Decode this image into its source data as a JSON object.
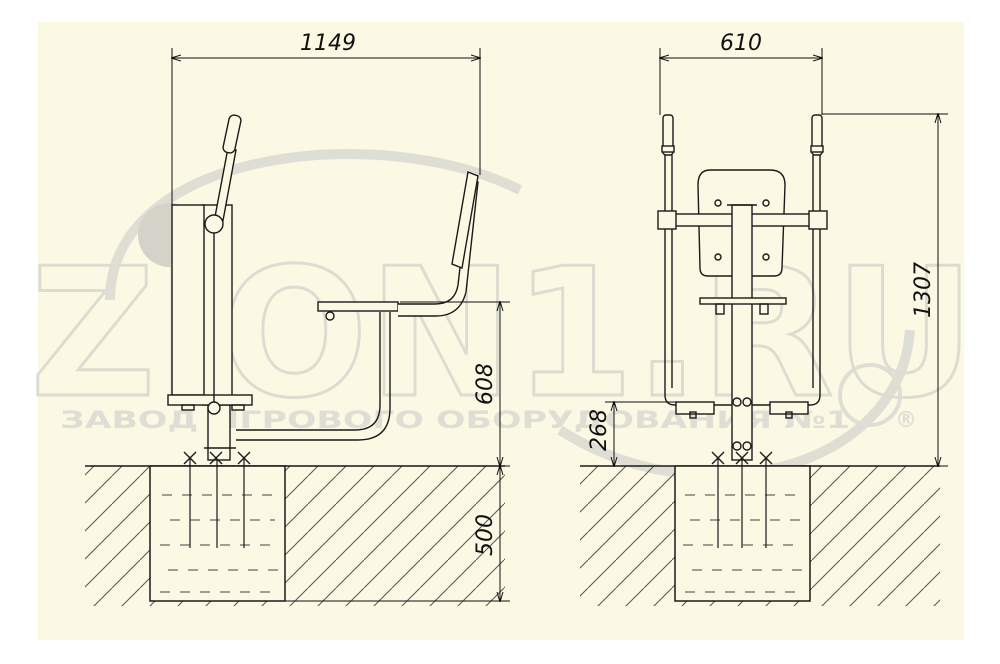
{
  "colors": {
    "background": "#fbf8e4",
    "paper_border": "#ffffff",
    "line": "#1a1a1a",
    "watermark": "#d9d9d0"
  },
  "dimensions": {
    "side_width": "1149",
    "side_seat_height": "608",
    "foundation_depth": "500",
    "front_width": "610",
    "front_total_height": "1307",
    "front_footrest_height": "268"
  },
  "watermark": {
    "logo_text": "ZION1.RU",
    "company_text": "ЗАВОД ИГРОВОГО ОБОРУДОВАНИЯ №1",
    "registered_mark": "®"
  }
}
